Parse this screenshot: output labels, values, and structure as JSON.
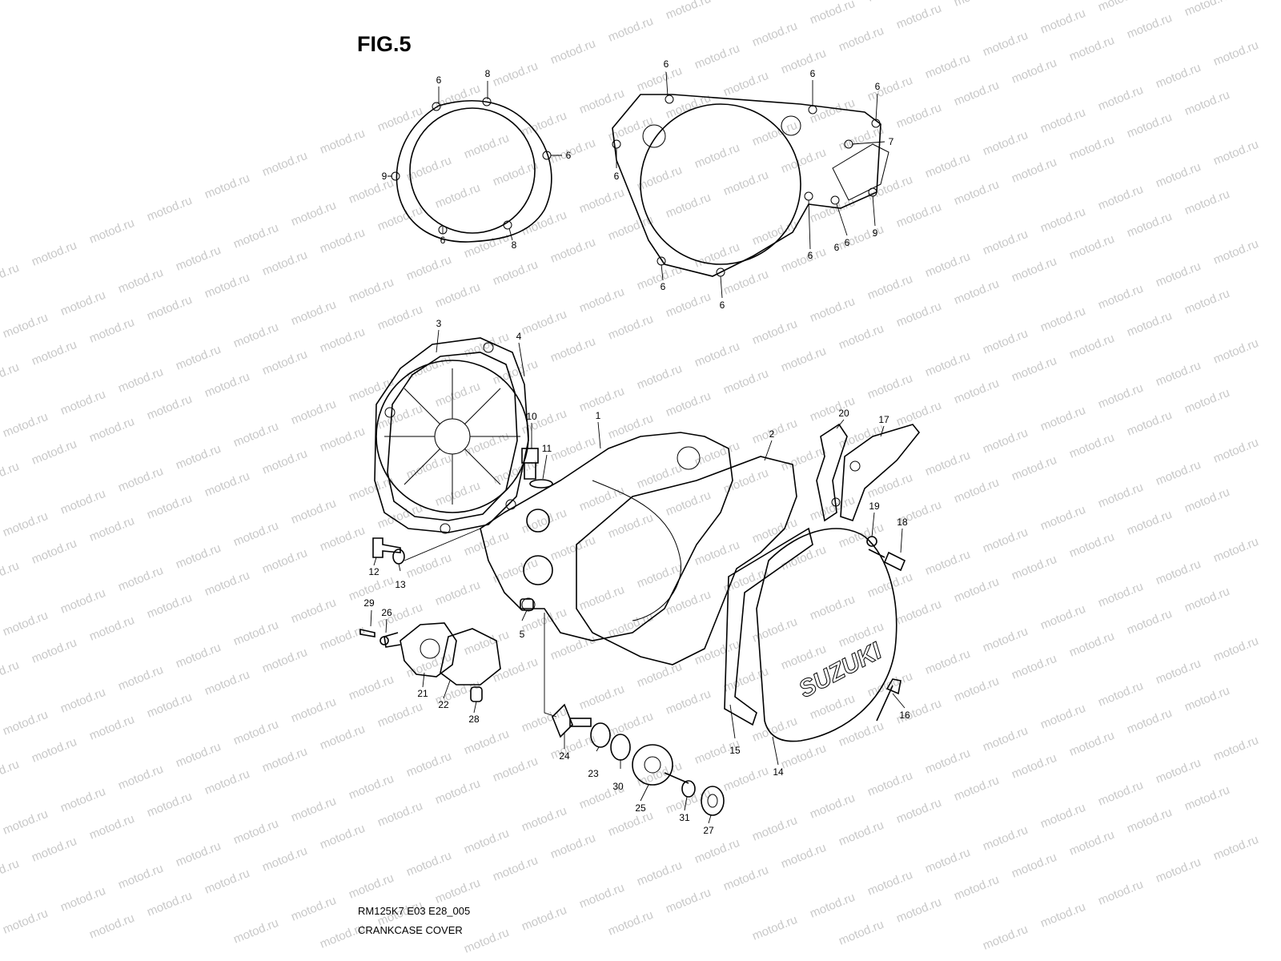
{
  "figure": {
    "title": "FIG.5",
    "code": "RM125K7 E03 E28_005",
    "caption": "CRANKCASE COVER",
    "brand_text": "SUZUKI"
  },
  "watermark": {
    "text": "motod.ru",
    "color": "#c8c8c8"
  },
  "callouts": [
    {
      "id": "c-6a",
      "label": "6"
    },
    {
      "id": "c-8a",
      "label": "8"
    },
    {
      "id": "c-6b",
      "label": "6"
    },
    {
      "id": "c-9a",
      "label": "9"
    },
    {
      "id": "c-6c",
      "label": "6"
    },
    {
      "id": "c-8b",
      "label": "8"
    },
    {
      "id": "c-6d",
      "label": "6"
    },
    {
      "id": "c-6e",
      "label": "6"
    },
    {
      "id": "c-6f",
      "label": "6"
    },
    {
      "id": "c-7",
      "label": "7"
    },
    {
      "id": "c-6g",
      "label": "6"
    },
    {
      "id": "c-6h",
      "label": "6"
    },
    {
      "id": "c-9b",
      "label": "9"
    },
    {
      "id": "c-6i",
      "label": "6"
    },
    {
      "id": "c-6j",
      "label": "6"
    },
    {
      "id": "c-6k",
      "label": "6"
    },
    {
      "id": "c-6l",
      "label": "6"
    },
    {
      "id": "c-3",
      "label": "3"
    },
    {
      "id": "c-4",
      "label": "4"
    },
    {
      "id": "c-10",
      "label": "10"
    },
    {
      "id": "c-11",
      "label": "11"
    },
    {
      "id": "c-1",
      "label": "1"
    },
    {
      "id": "c-2",
      "label": "2"
    },
    {
      "id": "c-20",
      "label": "20"
    },
    {
      "id": "c-17",
      "label": "17"
    },
    {
      "id": "c-19",
      "label": "19"
    },
    {
      "id": "c-18",
      "label": "18"
    },
    {
      "id": "c-12",
      "label": "12"
    },
    {
      "id": "c-13",
      "label": "13"
    },
    {
      "id": "c-29",
      "label": "29"
    },
    {
      "id": "c-26",
      "label": "26"
    },
    {
      "id": "c-5",
      "label": "5"
    },
    {
      "id": "c-21",
      "label": "21"
    },
    {
      "id": "c-22",
      "label": "22"
    },
    {
      "id": "c-28",
      "label": "28"
    },
    {
      "id": "c-24",
      "label": "24"
    },
    {
      "id": "c-23",
      "label": "23"
    },
    {
      "id": "c-30",
      "label": "30"
    },
    {
      "id": "c-25",
      "label": "25"
    },
    {
      "id": "c-31",
      "label": "31"
    },
    {
      "id": "c-27",
      "label": "27"
    },
    {
      "id": "c-15",
      "label": "15"
    },
    {
      "id": "c-14",
      "label": "14"
    },
    {
      "id": "c-16",
      "label": "16"
    }
  ]
}
